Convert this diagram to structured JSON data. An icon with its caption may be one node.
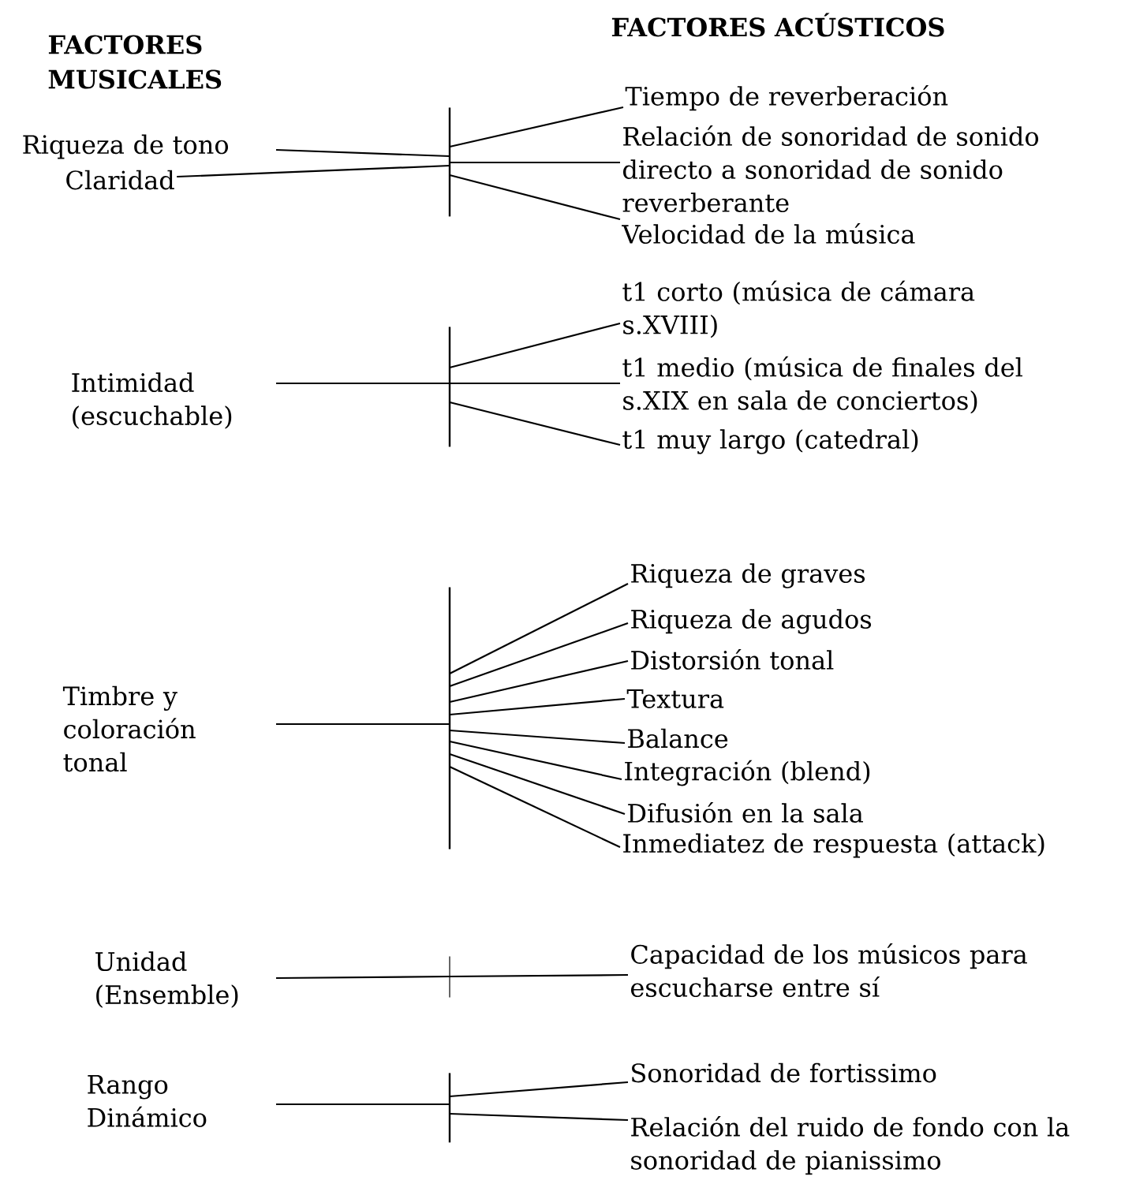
{
  "diagram": {
    "nodes": [
      {
        "text": [
          "Riqueza de tono"
        ]
      },
      {
        "text": [
          "Claridad"
        ]
      },
      {
        "text": [],
        "shape": "bar"
      },
      {
        "text": [
          "Tiempo de reverberación"
        ]
      },
      {
        "text": [
          "Relación de sonoridad de sonido directo a sonoridad de sonido reverberante"
        ]
      },
      {
        "text": [
          "Velocidad de la música"
        ]
      },
      {
        "text": [
          "Intimidad (escuchable)"
        ]
      },
      {
        "text": [],
        "shape": "bar"
      },
      {
        "text": [
          "t1 corto (música de cámara s.XVIII)"
        ]
      },
      {
        "text": [
          "t1 medio (música de finales del s.XIX en sala de conciertos)"
        ]
      },
      {
        "text": [
          "t1 muy largo (catedral)"
        ]
      },
      {
        "text": [
          "Timbre y coloración tonal"
        ]
      },
      {
        "text": [],
        "shape": "bar"
      },
      {
        "text": [
          "Riqueza de graves"
        ]
      },
      {
        "text": [
          "Riqueza de agudos"
        ]
      },
      {
        "text": [
          "Distorsión tonal"
        ]
      },
      {
        "text": [
          "Textura"
        ]
      },
      {
        "text": [
          "Balance"
        ]
      },
      {
        "text": [
          "Integración (blend)"
        ]
      },
      {
        "text": [
          "Difusión en la sala"
        ]
      },
      {
        "text": [
          "Inmediatez de respuesta (attack)"
        ]
      },
      {
        "text": [
          "Unidad (Ensemble)"
        ]
      },
      {
        "text": [],
        "shape": "bar"
      },
      {
        "text": [
          "Capacidad de los músicos para escucharse entre sí"
        ]
      },
      {
        "text": [
          "Rango Dinámico"
        ]
      },
      {
        "text": [],
        "shape": "bar"
      },
      {
        "text": [
          "Sonoridad de fortissimo"
        ]
      },
      {
        "text": [
          "Relación del ruido de fondo con la sonoridad de pianissimo"
        ]
      }
    ],
    "edges": [
      {
        "from": 0,
        "to": 2,
        "arrow": "none"
      },
      {
        "from": 1,
        "to": 2,
        "arrow": "none"
      },
      {
        "from": 2,
        "to": 3,
        "arrow": "none"
      },
      {
        "from": 2,
        "to": 4,
        "arrow": "none"
      },
      {
        "from": 2,
        "to": 5,
        "arrow": "none"
      },
      {
        "from": 6,
        "to": 7,
        "arrow": "none"
      },
      {
        "from": 7,
        "to": 8,
        "arrow": "none"
      },
      {
        "from": 7,
        "to": 9,
        "arrow": "none"
      },
      {
        "from": 7,
        "to": 10,
        "arrow": "none"
      },
      {
        "from": 11,
        "to": 12,
        "arrow": "none"
      },
      {
        "from": 12,
        "to": 13,
        "arrow": "none"
      },
      {
        "from": 12,
        "to": 14,
        "arrow": "none"
      },
      {
        "from": 12,
        "to": 15,
        "arrow": "none"
      },
      {
        "from": 12,
        "to": 16,
        "arrow": "none"
      },
      {
        "from": 12,
        "to": 17,
        "arrow": "none"
      },
      {
        "from": 12,
        "to": 18,
        "arrow": "none"
      },
      {
        "from": 12,
        "to": 19,
        "arrow": "none"
      },
      {
        "from": 12,
        "to": 20,
        "arrow": "none"
      },
      {
        "from": 21,
        "to": 22,
        "arrow": "none"
      },
      {
        "from": 22,
        "to": 23,
        "arrow": "none"
      },
      {
        "from": 24,
        "to": 25,
        "arrow": "none"
      },
      {
        "from": 25,
        "to": 26,
        "arrow": "none"
      },
      {
        "from": 25,
        "to": 27,
        "arrow": "none"
      }
    ],
    "labels": [
      "FACTORES MUSICALES",
      "FACTORES ACÚSTICOS"
    ]
  }
}
